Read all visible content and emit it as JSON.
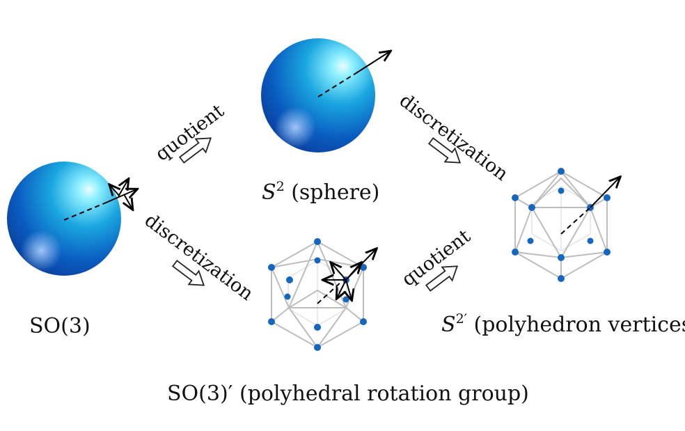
{
  "labels": {
    "so3": "SO(3)",
    "s2_sym": "S",
    "s2_sup": "2",
    "s2_text": " (sphere)",
    "so3p": "SO(3)′ (polyhedral rotation group)",
    "s2p_sym": "S",
    "s2p_sup": "2′",
    "s2p_text": " (polyhedron vertices)"
  },
  "transitions": {
    "quotient_top": "quotient",
    "discretization_top": "discretization",
    "discretization_bottom": "discretization",
    "quotient_bottom": "quotient"
  },
  "colors": {
    "sphere_light": "#8ef0ff",
    "sphere_mid": "#1aa6e0",
    "sphere_dark": "#0a3f9e",
    "vertex": "#1566c0",
    "edge": "#bdbdbd"
  }
}
